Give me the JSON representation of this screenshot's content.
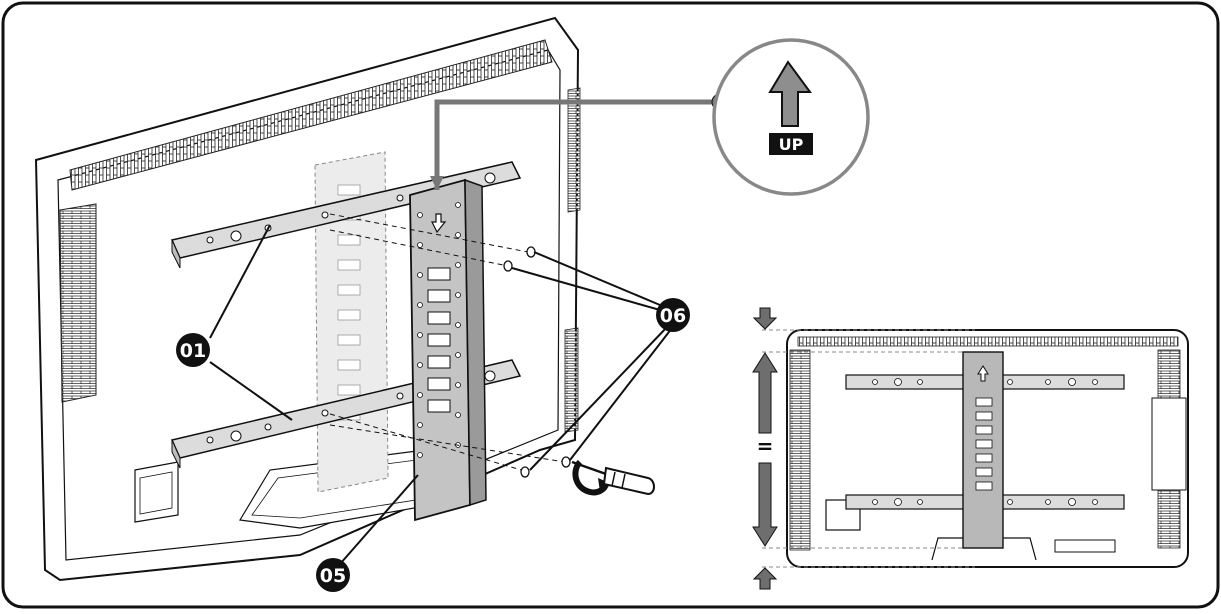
{
  "callouts": {
    "mounting_arm": "01",
    "bracket": "05",
    "screws": "06"
  },
  "detail": {
    "up_label": "UP"
  },
  "inset": {
    "equal_sign": "="
  },
  "colors": {
    "outline": "#111111",
    "arm_fill": "#dcdcdc",
    "bracket_fill": "#b8b8b8",
    "shaded_area": "#ebebeb",
    "arrow_gray": "#6e6e6e",
    "callout_fill": "#111111",
    "callout_text": "#ffffff"
  }
}
